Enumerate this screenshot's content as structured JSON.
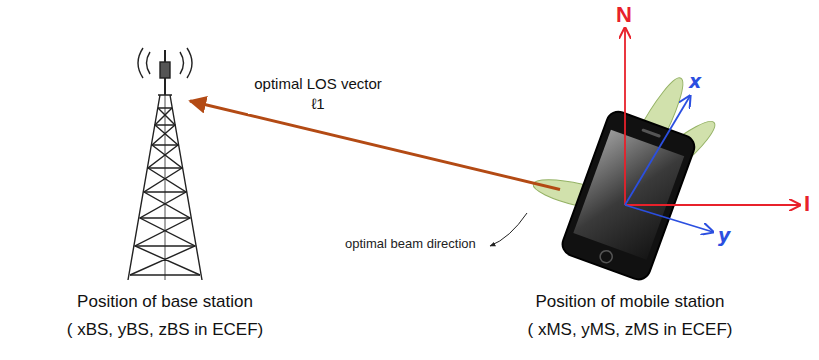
{
  "diagram": {
    "nodes": [
      {
        "text": [
          "Position of base station",
          "( xBS, yBS, zBS in ECEF)"
        ]
      },
      {
        "text": [
          "Position of mobile station",
          "( xMS, yMS, zMS in ECEF)"
        ]
      }
    ],
    "edges": [
      {
        "from": 1,
        "to": 0,
        "arrow": "to",
        "label": "optimal LOS vector ℓ1"
      }
    ],
    "labels": [
      "N",
      "I",
      "x",
      "y",
      "optimal beam direction"
    ]
  }
}
